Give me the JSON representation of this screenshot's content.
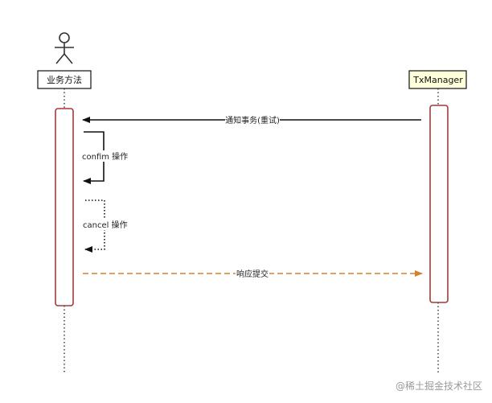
{
  "participants": [
    {
      "label": "业务方法",
      "kind": "actor",
      "box_fill": "#ffffff"
    },
    {
      "label": "TxManager",
      "kind": "box",
      "box_fill": "#ffffd9"
    }
  ],
  "messages": [
    {
      "label": "通知事务(重试)",
      "from": "TxManager",
      "to": "业务方法",
      "style": "solid",
      "color": "#111111"
    },
    {
      "label": "confim 操作",
      "from": "业务方法",
      "to": "业务方法",
      "style": "solid-self",
      "color": "#111111"
    },
    {
      "label": "cancel 操作",
      "from": "业务方法",
      "to": "业务方法",
      "style": "dotted-self",
      "color": "#111111"
    },
    {
      "label": "响应提交",
      "from": "业务方法",
      "to": "TxManager",
      "style": "dashed",
      "color": "#d4822f"
    }
  ],
  "colors": {
    "activation_border": "#a23a3a",
    "lifeline": "#333333",
    "watermark": "#9a9a9a"
  },
  "watermark": "@稀土掘金技术社区"
}
